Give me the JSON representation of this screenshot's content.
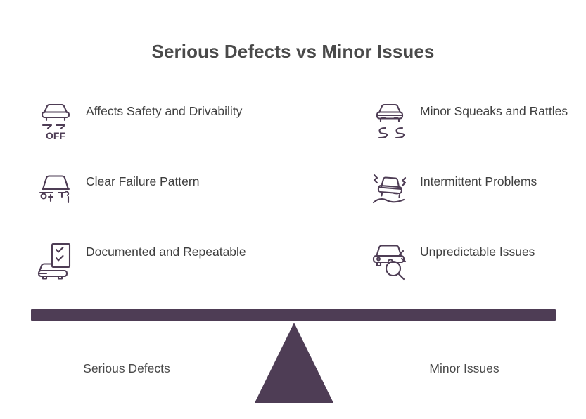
{
  "title": "Serious Defects vs Minor Issues",
  "colors": {
    "icon": "#4e3d55",
    "bar": "#4e3d55",
    "fulcrum": "#4e3d55",
    "title_text": "#4a4a4a",
    "body_text": "#3f3f3f",
    "background": "#ffffff"
  },
  "left_column": {
    "items": [
      {
        "icon": "car-traction-control-off-icon",
        "icon_text": "OFF",
        "label": "Affects Safety and Drivability"
      },
      {
        "icon": "car-failure-pattern-icon",
        "label": "Clear Failure Pattern"
      },
      {
        "icon": "car-clipboard-checklist-icon",
        "label": "Documented and Repeatable"
      }
    ]
  },
  "right_column": {
    "items": [
      {
        "icon": "car-skid-marks-icon",
        "label": "Minor Squeaks and Rattles"
      },
      {
        "icon": "car-vibration-icon",
        "label": "Intermittent Problems"
      },
      {
        "icon": "car-magnifying-glass-icon",
        "label": "Unpredictable Issues"
      }
    ]
  },
  "balance": {
    "left_label": "Serious Defects",
    "right_label": "Minor Issues"
  }
}
